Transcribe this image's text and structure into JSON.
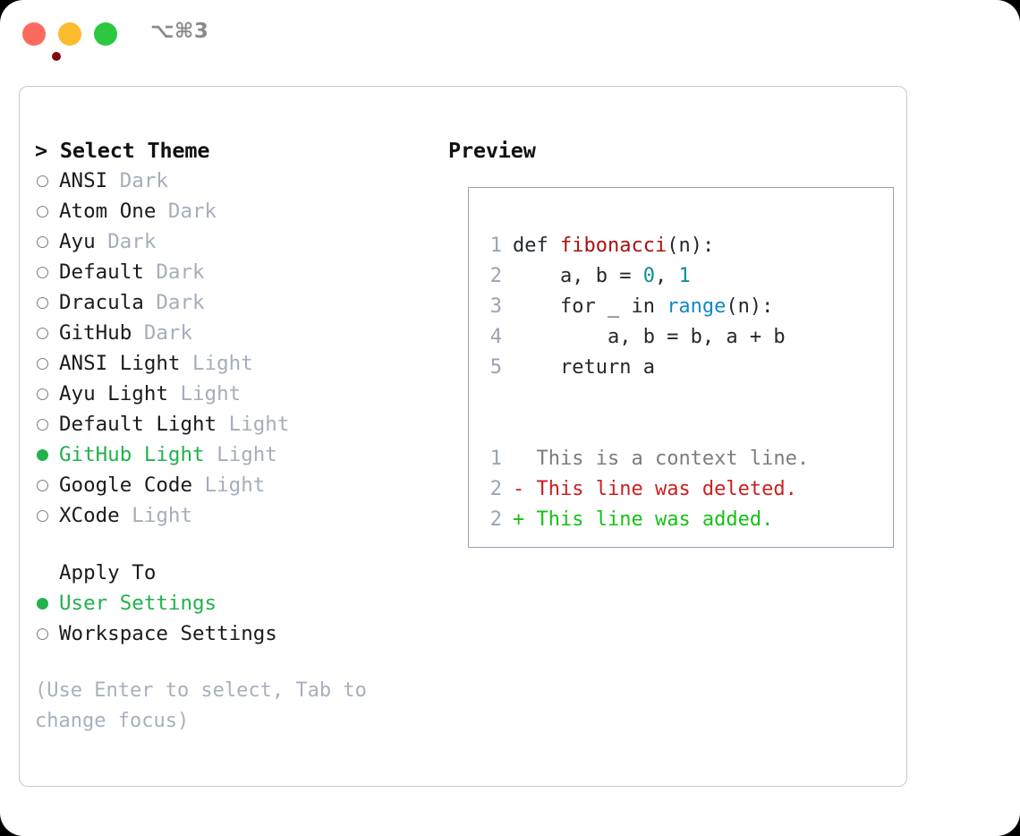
{
  "window": {
    "title": "⌥⌘3",
    "traffic_lights": [
      {
        "name": "close",
        "color": "#fc6a5d"
      },
      {
        "name": "minimize",
        "color": "#fdbc2e"
      },
      {
        "name": "maximize",
        "color": "#2bc840"
      }
    ]
  },
  "theme_picker": {
    "header": "> Select Theme",
    "items": [
      {
        "name": "ANSI",
        "tag": "Dark",
        "selected": false
      },
      {
        "name": "Atom One",
        "tag": "Dark",
        "selected": false
      },
      {
        "name": "Ayu",
        "tag": "Dark",
        "selected": false
      },
      {
        "name": "Default",
        "tag": "Dark",
        "selected": false
      },
      {
        "name": "Dracula",
        "tag": "Dark",
        "selected": false
      },
      {
        "name": "GitHub",
        "tag": "Dark",
        "selected": false
      },
      {
        "name": "ANSI Light",
        "tag": "Light",
        "selected": false
      },
      {
        "name": "Ayu Light",
        "tag": "Light",
        "selected": false
      },
      {
        "name": "Default Light",
        "tag": "Light",
        "selected": false
      },
      {
        "name": "GitHub Light",
        "tag": "Light",
        "selected": true
      },
      {
        "name": "Google Code",
        "tag": "Light",
        "selected": false
      },
      {
        "name": "XCode",
        "tag": "Light",
        "selected": false
      }
    ]
  },
  "apply_to": {
    "header": "Apply To",
    "options": [
      {
        "label": "User Settings",
        "selected": true
      },
      {
        "label": "Workspace Settings",
        "selected": false
      }
    ]
  },
  "hint": "(Use Enter to select, Tab to change focus)",
  "preview": {
    "header": "Preview",
    "code_lines": [
      {
        "num": "1",
        "segments": [
          {
            "text": "def ",
            "type": "plain"
          },
          {
            "text": "fibonacci",
            "type": "fn"
          },
          {
            "text": "(n):",
            "type": "plain"
          }
        ]
      },
      {
        "num": "2",
        "segments": [
          {
            "text": "    a, b = ",
            "type": "plain"
          },
          {
            "text": "0",
            "type": "num"
          },
          {
            "text": ", ",
            "type": "plain"
          },
          {
            "text": "1",
            "type": "num"
          }
        ]
      },
      {
        "num": "3",
        "segments": [
          {
            "text": "    for _ in ",
            "type": "plain"
          },
          {
            "text": "range",
            "type": "kw"
          },
          {
            "text": "(n):",
            "type": "plain"
          }
        ]
      },
      {
        "num": "4",
        "segments": [
          {
            "text": "        a, b = b, a + b",
            "type": "plain"
          }
        ]
      },
      {
        "num": "5",
        "segments": [
          {
            "text": "    return a",
            "type": "plain"
          }
        ]
      }
    ],
    "diff_lines": [
      {
        "num": "1",
        "marker": "  ",
        "text": "This is a context line.",
        "type": "ctx"
      },
      {
        "num": "2",
        "marker": "- ",
        "text": "This line was deleted.",
        "type": "del"
      },
      {
        "num": "2",
        "marker": "+ ",
        "text": "This line was added.",
        "type": "add"
      }
    ]
  },
  "colors": {
    "accent_green": "#21b24b",
    "muted_gray": "#a6aebb",
    "border": "#c3cbd6",
    "preview_border": "#93a1b0",
    "diff_add": "#16c216",
    "diff_del": "#cc2020",
    "syntax_fn": "#aa1111",
    "syntax_num": "#0f8f8f",
    "syntax_kw": "#1189c4"
  }
}
